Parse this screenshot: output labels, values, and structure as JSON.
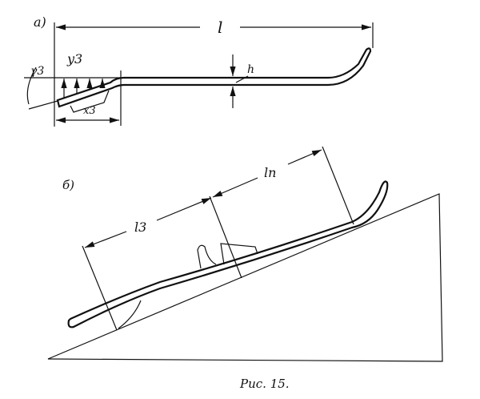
{
  "figure_a": {
    "label": "а)",
    "length_label": "l",
    "y3_label": "y3",
    "gamma3_label": "γ3",
    "x3_label": "x3",
    "h_label": "h"
  },
  "figure_b": {
    "label": "б)",
    "l3_label": "l3",
    "ln_label": "lп"
  },
  "caption": "Рис. 15."
}
